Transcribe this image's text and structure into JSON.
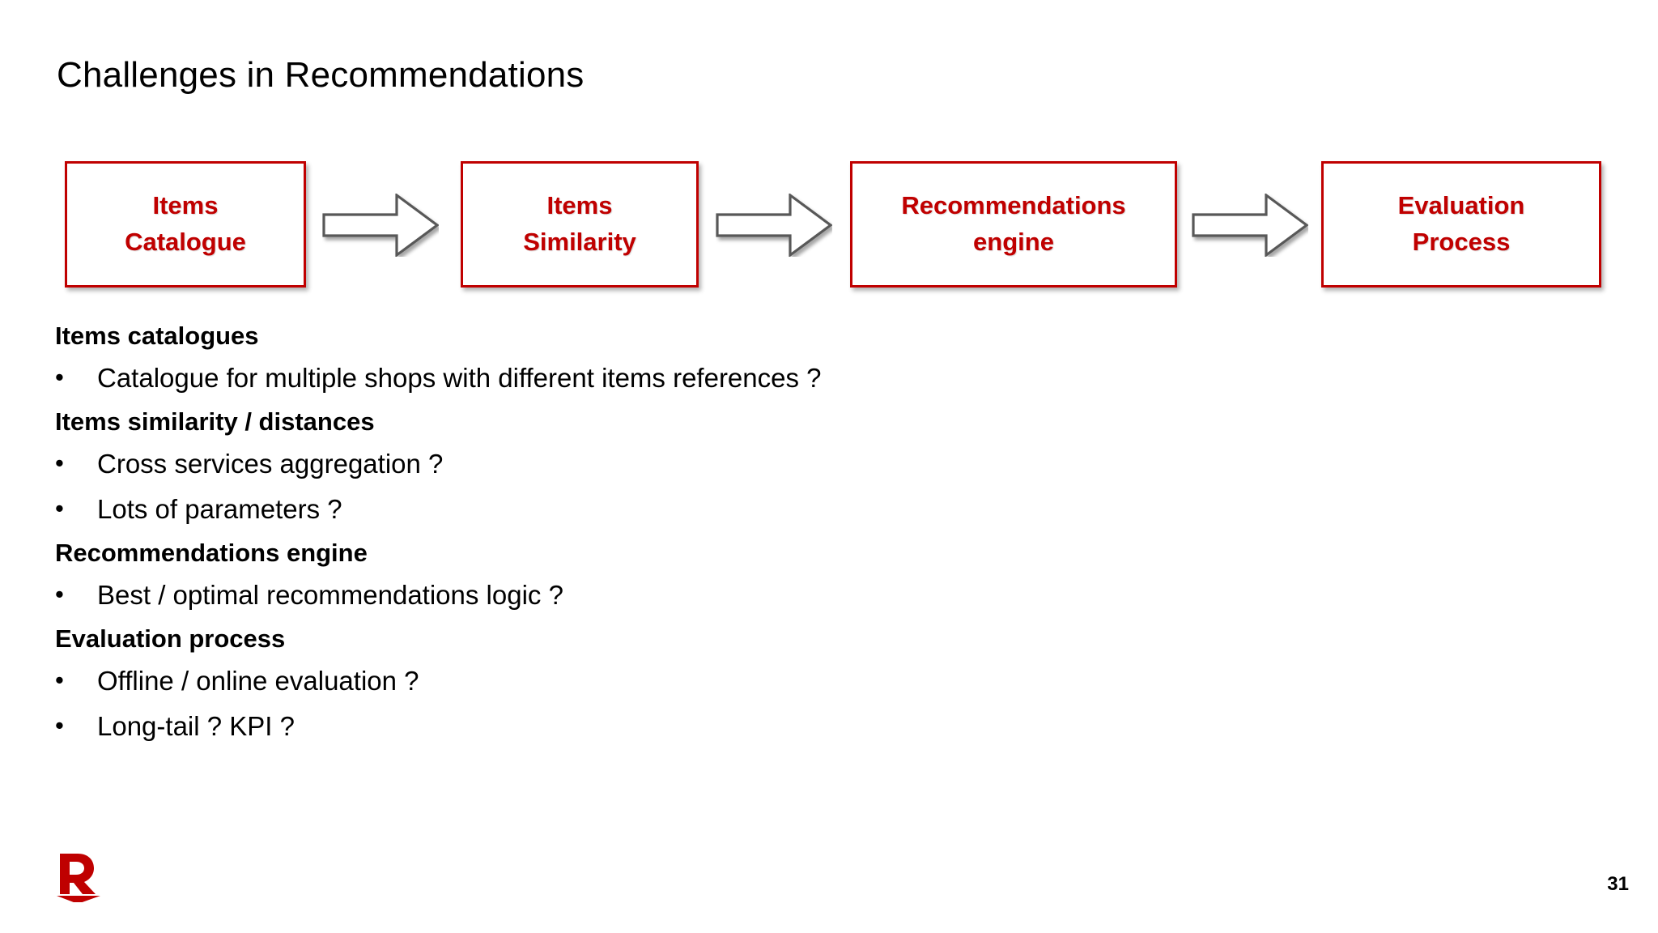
{
  "slide": {
    "title": "Challenges in Recommendations",
    "page_number": "31",
    "accent_color": "#C00000",
    "arrow_color": "#595959",
    "text_color": "#000000",
    "background": "#FFFFFF"
  },
  "flow": {
    "arrow_icon": "right-block-arrow-icon",
    "steps": [
      {
        "line1": "Items",
        "line2": "Catalogue"
      },
      {
        "line1": "Items",
        "line2": "Similarity"
      },
      {
        "line1": "Recommendations",
        "line2": "engine"
      },
      {
        "line1": "Evaluation",
        "line2": "Process"
      }
    ]
  },
  "sections": [
    {
      "heading": "Items catalogues",
      "bullets": [
        {
          "marker": "•",
          "text": "Catalogue for multiple shops with different items references ?"
        }
      ]
    },
    {
      "heading": "Items similarity / distances",
      "bullets": [
        {
          "marker": "•",
          "text": "Cross services aggregation ?"
        },
        {
          "marker": "•",
          "text": "Lots of parameters ?"
        }
      ]
    },
    {
      "heading": "Recommendations engine",
      "bullets": [
        {
          "marker": "•",
          "text": "Best / optimal recommendations logic ?"
        }
      ]
    },
    {
      "heading": "Evaluation process",
      "bullets": [
        {
          "marker": "•",
          "text": "Offline / online evaluation ?"
        },
        {
          "marker": "•",
          "text": "Long-tail ? KPI ?"
        }
      ]
    }
  ],
  "footer": {
    "logo_letter": "R",
    "logo_name": "rakuten-r-logo"
  }
}
